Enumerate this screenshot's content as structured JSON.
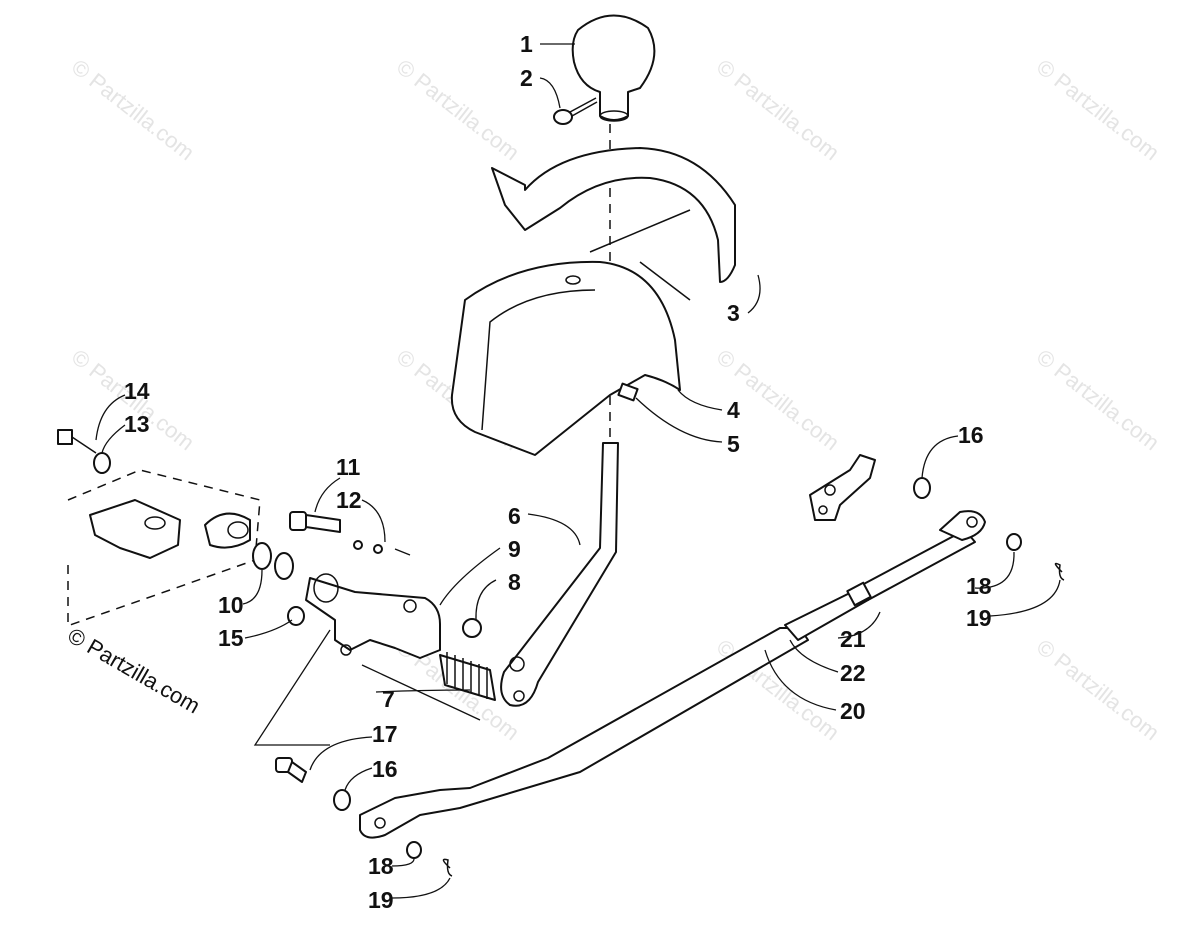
{
  "watermark_text": "© Partzilla.com",
  "credit_text": "© Partzilla.com",
  "callouts": [
    "1",
    "2",
    "3",
    "4",
    "5",
    "6",
    "7",
    "8",
    "9",
    "10",
    "11",
    "12",
    "13",
    "14",
    "15",
    "16",
    "16",
    "17",
    "18",
    "18",
    "19",
    "19",
    "20",
    "21",
    "22"
  ]
}
